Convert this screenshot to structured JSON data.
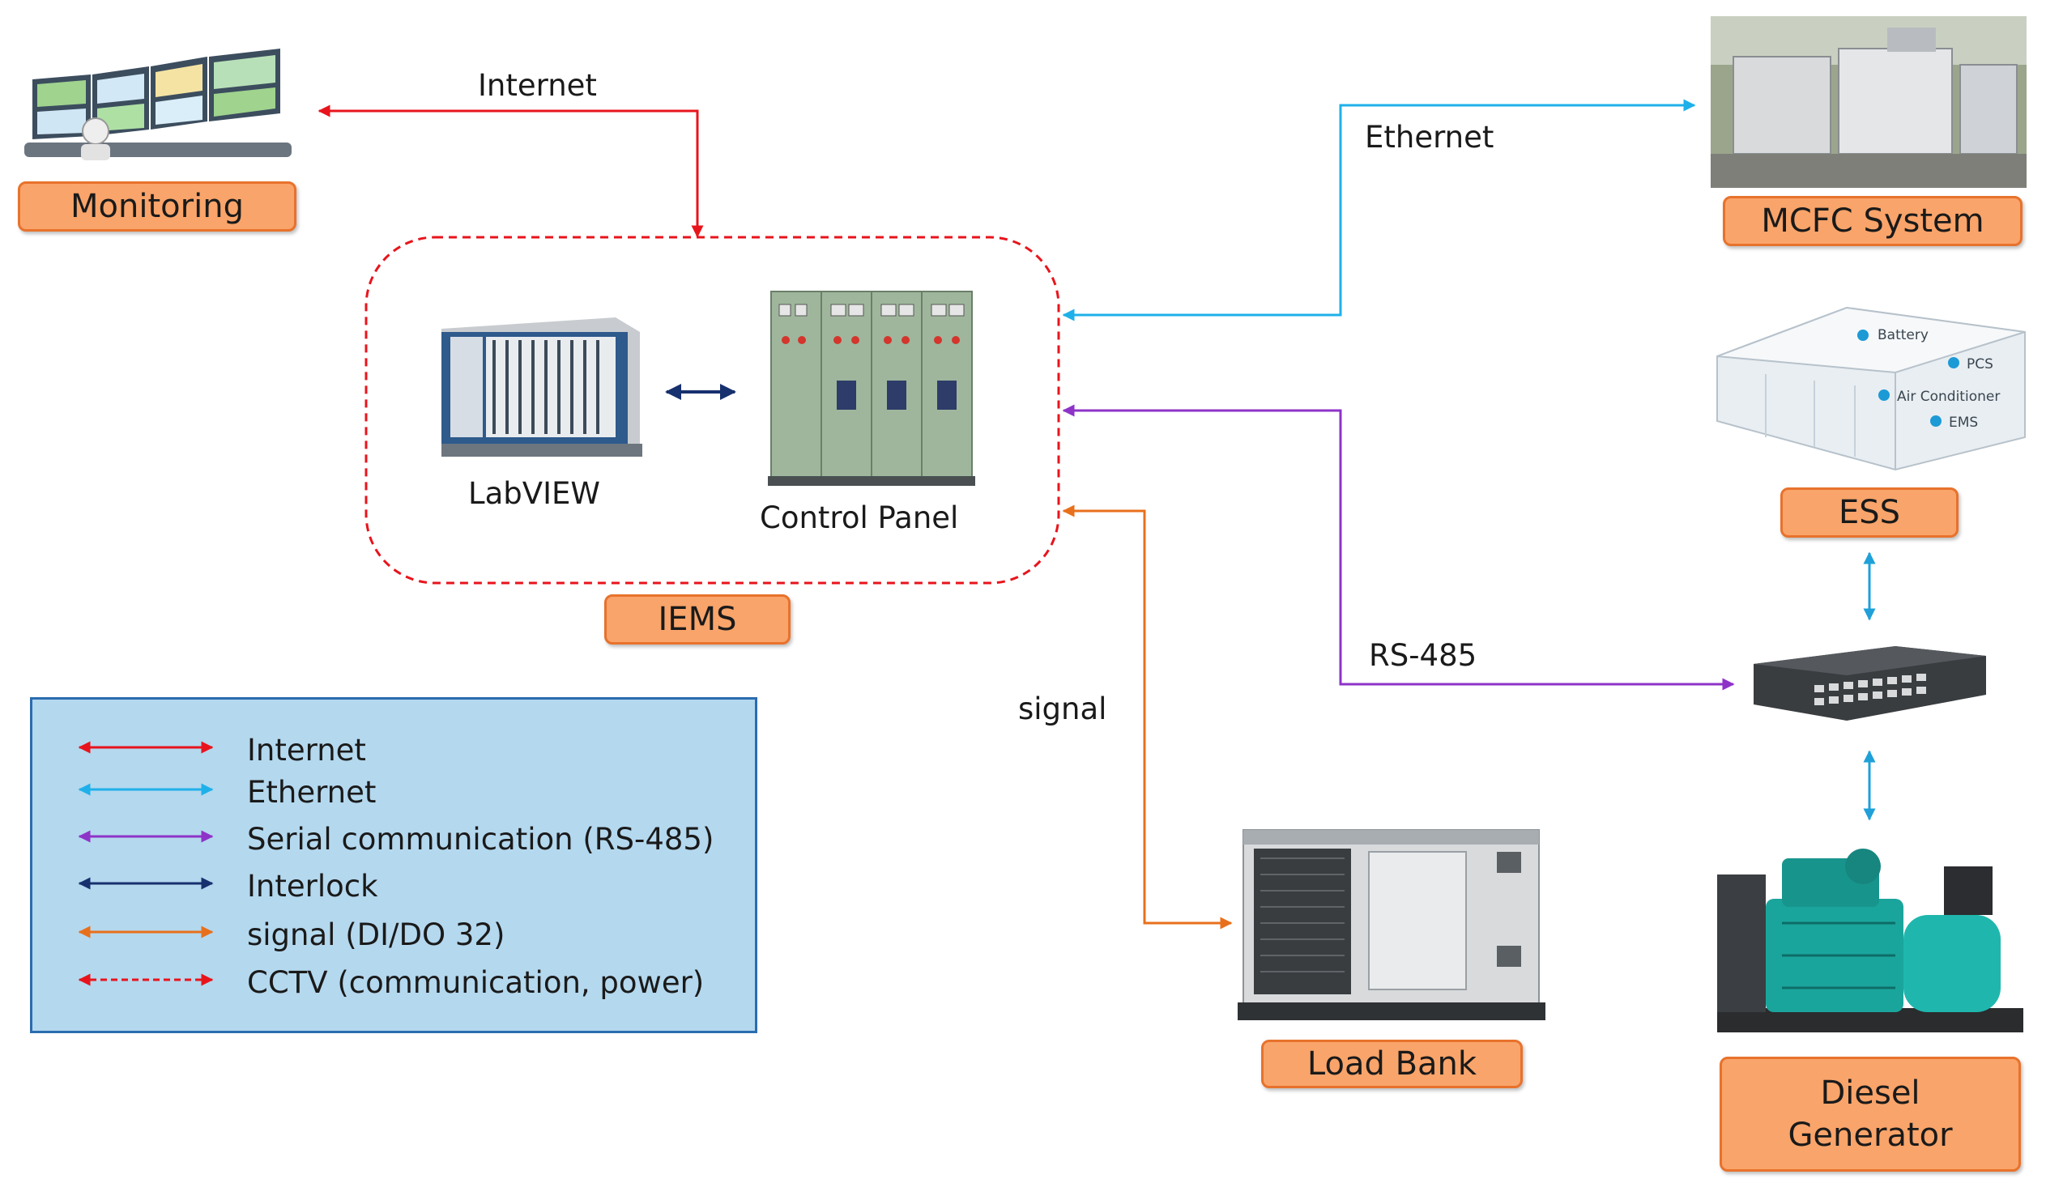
{
  "nodes": {
    "monitoring": "Monitoring",
    "iems": "IEMS",
    "mcfc": "MCFC System",
    "ess": "ESS",
    "load_bank": "Load Bank",
    "diesel_line1": "Diesel",
    "diesel_line2": "Generator"
  },
  "iems_components": {
    "labview": "LabVIEW",
    "control_panel": "Control Panel"
  },
  "ess_callouts": [
    "Battery",
    "PCS",
    "Air Conditioner",
    "EMS"
  ],
  "connections": {
    "internet": "Internet",
    "ethernet": "Ethernet",
    "rs485": "RS-485",
    "signal": "signal"
  },
  "legend": [
    {
      "label": "Internet",
      "color": "#e8141c",
      "style": "solid"
    },
    {
      "label": "Ethernet",
      "color": "#1fb0ea",
      "style": "solid"
    },
    {
      "label": "Serial communication (RS-485)",
      "color": "#8e33c8",
      "style": "solid"
    },
    {
      "label": "Interlock",
      "color": "#17306e",
      "style": "solid"
    },
    {
      "label": "signal (DI/DO 32)",
      "color": "#e8701c",
      "style": "solid"
    },
    {
      "label": "CCTV (communication, power)",
      "color": "#e8141c",
      "style": "dashed"
    }
  ]
}
